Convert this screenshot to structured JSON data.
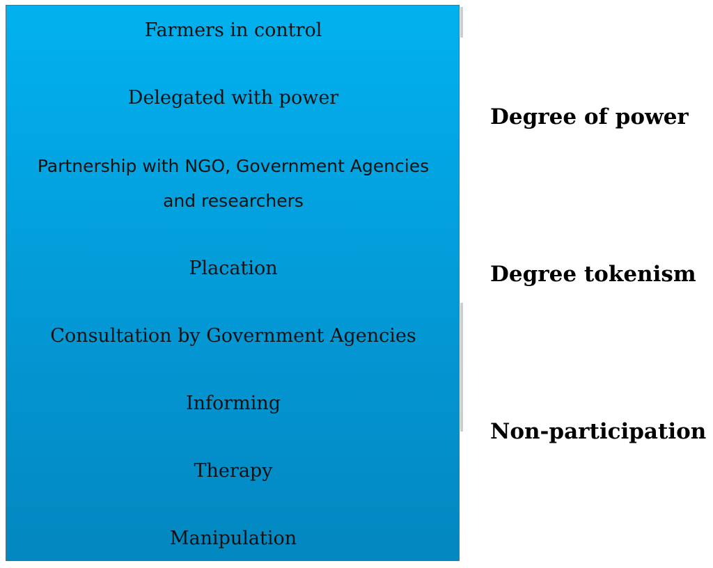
{
  "ladder": {
    "rungs": [
      "Farmers in control",
      "Delegated with power",
      "Partnership with NGO, Government Agencies",
      "and researchers",
      "Placation",
      "Consultation by Government Agencies",
      "Informing",
      "Therapy",
      "Manipulation"
    ]
  },
  "levels": {
    "power": "Degree of power",
    "tokenism": "Degree tokenism",
    "non_participation": "Non-participation"
  },
  "colors": {
    "box_top": "#02b1ef",
    "box_bottom": "#0387c0",
    "text": "#111111"
  }
}
